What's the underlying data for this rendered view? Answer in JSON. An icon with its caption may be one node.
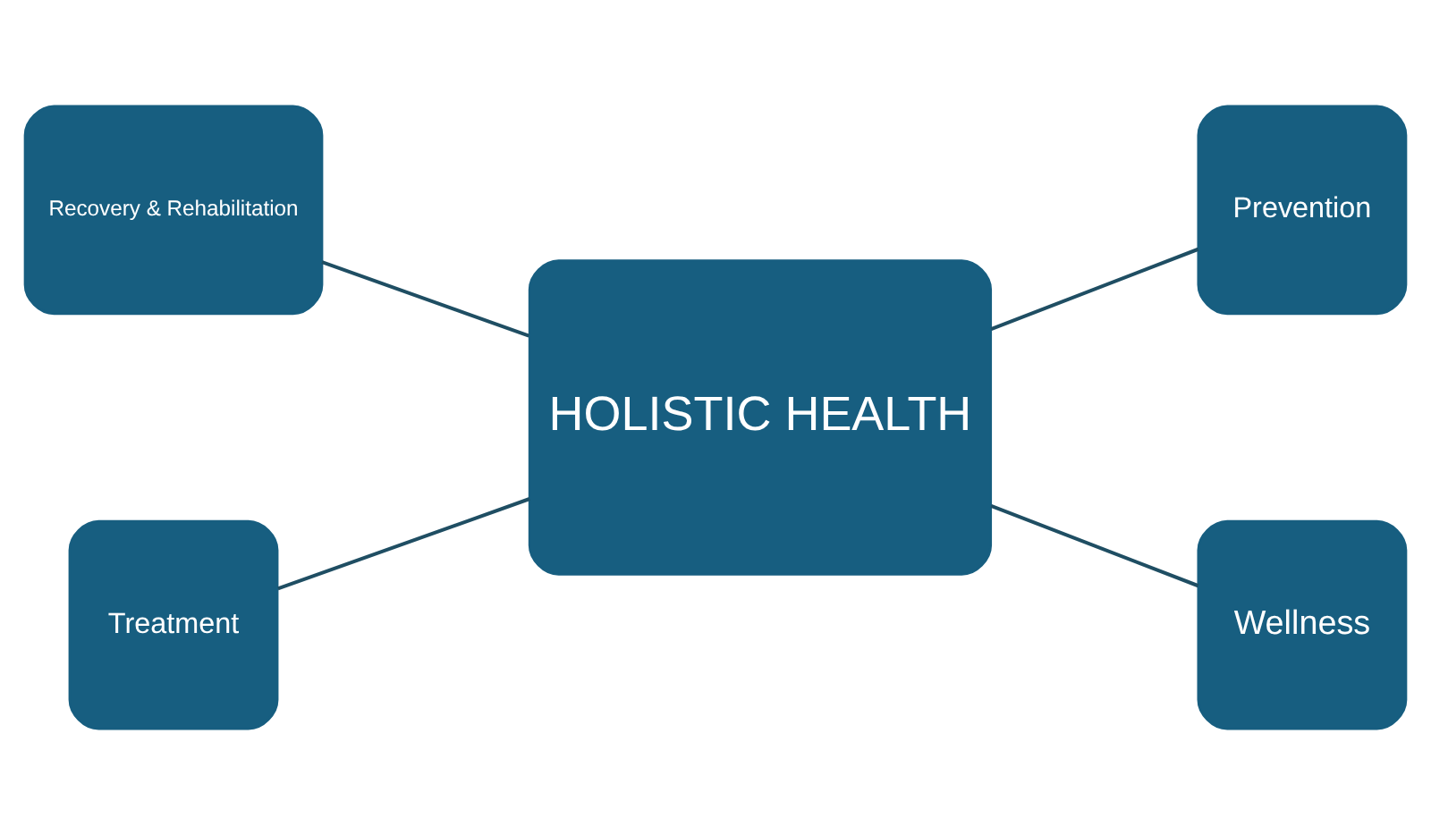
{
  "diagram": {
    "nodes": [
      {
        "text": [
          "Recovery & Rehabilitation"
        ]
      },
      {
        "text": [
          "Prevention"
        ]
      },
      {
        "text": [
          "HOLISTIC HEALTH"
        ]
      },
      {
        "text": [
          "Treatment"
        ]
      },
      {
        "text": [
          "Wellness"
        ]
      }
    ],
    "edges": [
      {
        "from": 0,
        "to": 2,
        "arrow": "none"
      },
      {
        "from": 2,
        "to": 1,
        "arrow": "none"
      },
      {
        "from": 3,
        "to": 2,
        "arrow": "none"
      },
      {
        "from": 2,
        "to": 4,
        "arrow": "none"
      }
    ]
  }
}
